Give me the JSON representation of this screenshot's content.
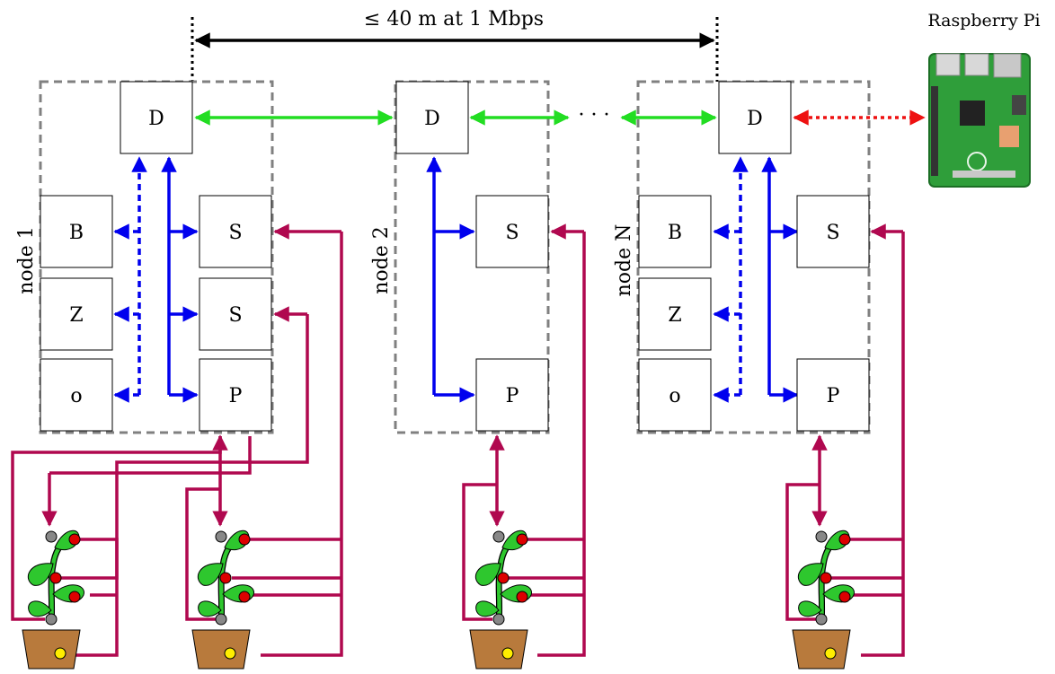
{
  "title": "≤ 40 m at 1 Mbps",
  "raspberry_label": "Raspberry Pi",
  "dots": "· · ·",
  "colors": {
    "bus": "#22dd22",
    "internal": "#0000ee",
    "plant_wire": "#b0084f",
    "pi_link": "#ee1111",
    "frame": "#808080",
    "pot": "#b87a3c",
    "sensor_red": "#dd0000",
    "sensor_gray": "#888888",
    "sensor_yellow": "#ffee00"
  },
  "nodes": [
    {
      "label": "node 1",
      "bus_module": "D",
      "modules_left": [
        "B",
        "Z",
        "o"
      ],
      "modules_right": [
        "S",
        "S",
        "P"
      ]
    },
    {
      "label": "node 2",
      "bus_module": "D",
      "modules_left": [],
      "modules_right": [
        "S",
        "P"
      ]
    },
    {
      "label": "node N",
      "bus_module": "D",
      "modules_left": [
        "B",
        "Z",
        "o"
      ],
      "modules_right": [
        "S",
        "P"
      ]
    }
  ]
}
